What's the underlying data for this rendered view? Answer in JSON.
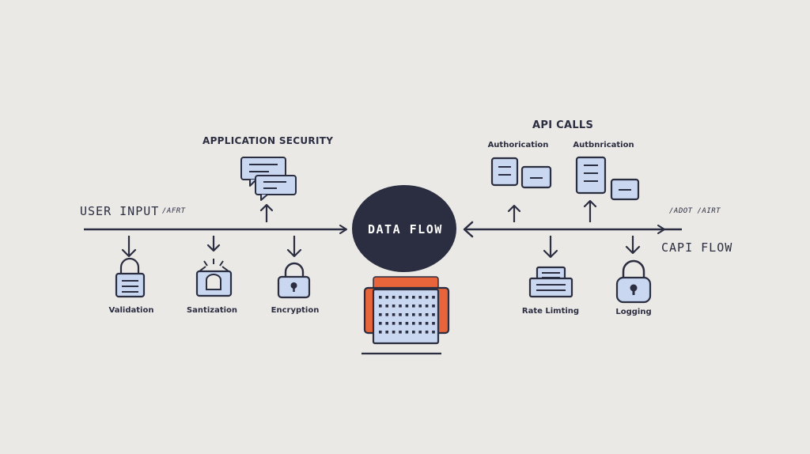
{
  "colors": {
    "background": "#ebe9e6",
    "stroke": "#2b2d40",
    "icon_fill": "#c9d8f0",
    "hub_fill": "#2b2d40",
    "accent_orange": "#e8643a"
  },
  "hub": {
    "label": "DATA FLOW"
  },
  "left": {
    "input_label": "USER INPUT",
    "input_tag": "/AFRT",
    "app_security_label": "APPLICATION SECURITY",
    "steps": [
      {
        "label": "Validation",
        "icon": "lock-icon"
      },
      {
        "label": "Santization",
        "icon": "basket-icon"
      },
      {
        "label": "Encryption",
        "icon": "padlock-icon"
      }
    ],
    "top_icon": "chat-bubbles-icon"
  },
  "right": {
    "api_calls_label": "API CALLS",
    "auth_labels": [
      "Authorication",
      "Autbnrication"
    ],
    "flow_tag": "/ADOT /AIRT",
    "capi_flow_label": "CAPI FLOW",
    "steps": [
      {
        "label": "Rate Limting",
        "icon": "server-icon"
      },
      {
        "label": "Logging",
        "icon": "padlock-icon"
      }
    ]
  },
  "device_icon": "keyboard-icon"
}
